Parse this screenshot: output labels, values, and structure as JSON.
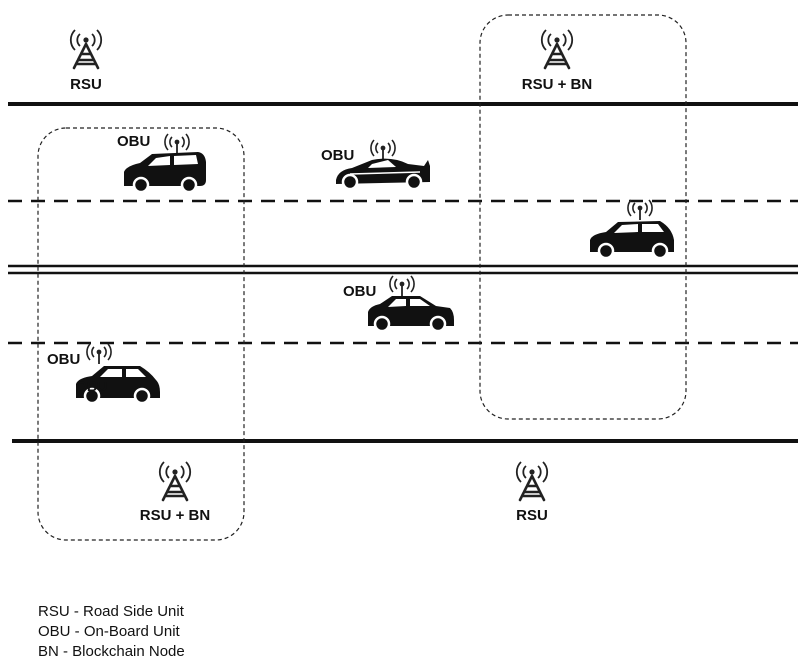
{
  "diagram": {
    "rsus": [
      {
        "label": "RSU"
      },
      {
        "label": "RSU + BN"
      },
      {
        "label": "RSU + BN"
      },
      {
        "label": "RSU"
      }
    ],
    "vehicles": [
      {
        "label": "OBU",
        "type": "hatchback-jeep"
      },
      {
        "label": "OBU",
        "type": "sports-car"
      },
      {
        "label": "",
        "type": "hatchback"
      },
      {
        "label": "OBU",
        "type": "sedan"
      },
      {
        "label": "OBU",
        "type": "hatchback",
        "overlay_label": "OBU"
      }
    ],
    "zones": [
      {
        "name": "left-cluster"
      },
      {
        "name": "right-cluster"
      }
    ]
  },
  "legend": [
    "RSU - Road Side Unit",
    "OBU - On-Board Unit",
    "BN - Blockchain Node"
  ]
}
